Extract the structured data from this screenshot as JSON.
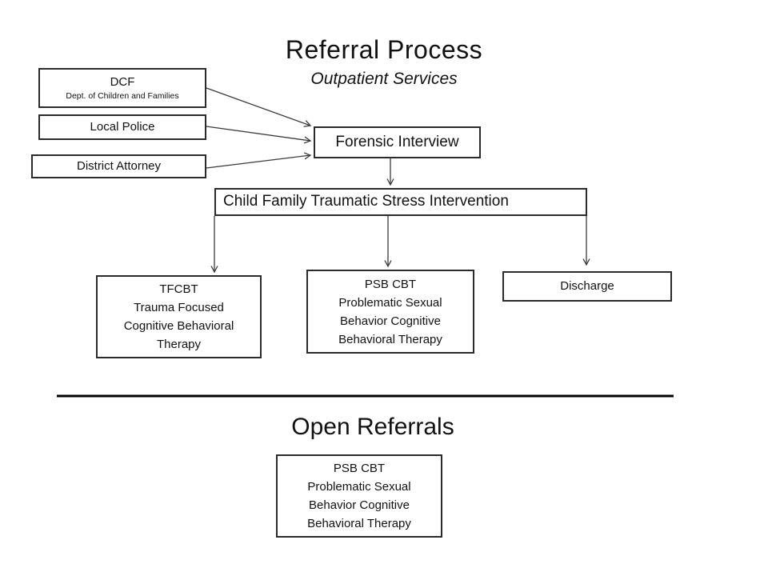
{
  "header": {
    "title": "Referral Process",
    "subtitle": "Outpatient Services"
  },
  "section_open_referrals": {
    "title": "Open Referrals"
  },
  "nodes": {
    "dcf": {
      "title": "DCF",
      "subtitle": "Dept. of Children and Families"
    },
    "local_police": {
      "label": "Local Police"
    },
    "district_attorney": {
      "label": "District Attorney"
    },
    "forensic_interview": {
      "label": "Forensic Interview"
    },
    "cftsi": {
      "label": "Child Family Traumatic Stress Intervention"
    },
    "tfcbt": {
      "lines": [
        "TFCBT",
        "Trauma Focused",
        "Cognitive Behavioral",
        "Therapy"
      ]
    },
    "psb_cbt": {
      "lines": [
        "PSB CBT",
        "Problematic Sexual",
        "Behavior Cognitive",
        "Behavioral Therapy"
      ]
    },
    "discharge": {
      "label": "Discharge"
    },
    "open_psb_cbt": {
      "lines": [
        "PSB CBT",
        "Problematic Sexual",
        "Behavior Cognitive",
        "Behavioral Therapy"
      ]
    }
  },
  "edges": [
    {
      "from": "dcf",
      "to": "forensic_interview"
    },
    {
      "from": "local_police",
      "to": "forensic_interview"
    },
    {
      "from": "district_attorney",
      "to": "forensic_interview"
    },
    {
      "from": "forensic_interview",
      "to": "cftsi"
    },
    {
      "from": "cftsi",
      "to": "tfcbt"
    },
    {
      "from": "cftsi",
      "to": "psb_cbt"
    },
    {
      "from": "cftsi",
      "to": "discharge"
    }
  ],
  "colors": {
    "background": "#ffffff",
    "text": "#111111",
    "box_border": "#2b2b2b",
    "connector": "#3a3a3a",
    "divider": "#000000"
  }
}
